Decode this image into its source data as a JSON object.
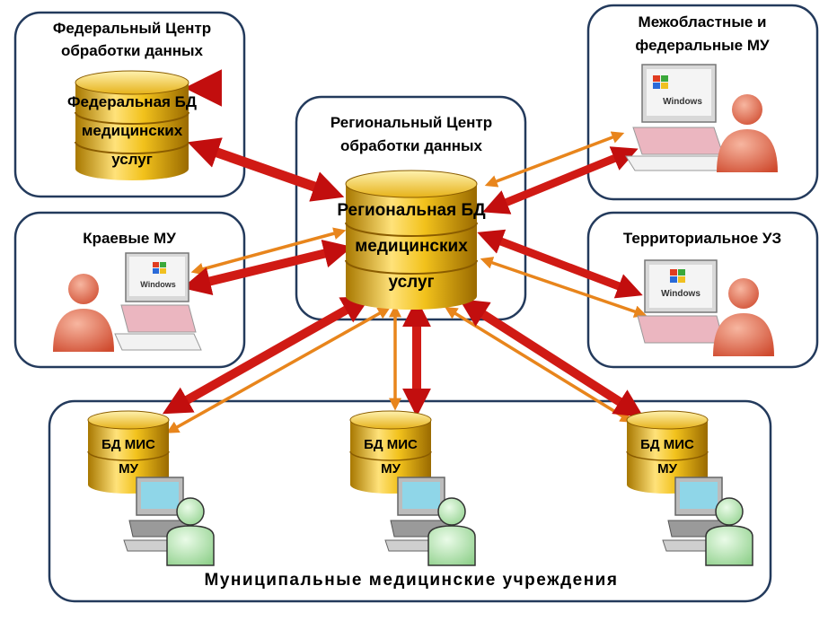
{
  "federal_center": {
    "title_line1": "Федеральный Центр",
    "title_line2": "обработки данных",
    "db_line1": "Федеральная БД",
    "db_line2": "медицинских",
    "db_line3": "услуг"
  },
  "interregional": {
    "title_line1": "Межобластные и",
    "title_line2": "федеральные МУ"
  },
  "regional_center": {
    "title_line1": "Региональный Центр",
    "title_line2": "обработки данных",
    "db_line1": "Региональная БД",
    "db_line2": "медицинских",
    "db_line3": "услуг"
  },
  "krai": {
    "title": "Краевые МУ"
  },
  "territorial": {
    "title": "Территориальное УЗ"
  },
  "municipal": {
    "title": "Муниципальные медицинские учреждения",
    "db_line1": "БД МИС",
    "db_line2": "МУ"
  },
  "os_label": "Windows",
  "colors": {
    "box_border": "#233a5c",
    "db_gold": "#d9a400",
    "red_arrow": "#d21818",
    "orange_arrow": "#e8851c"
  }
}
